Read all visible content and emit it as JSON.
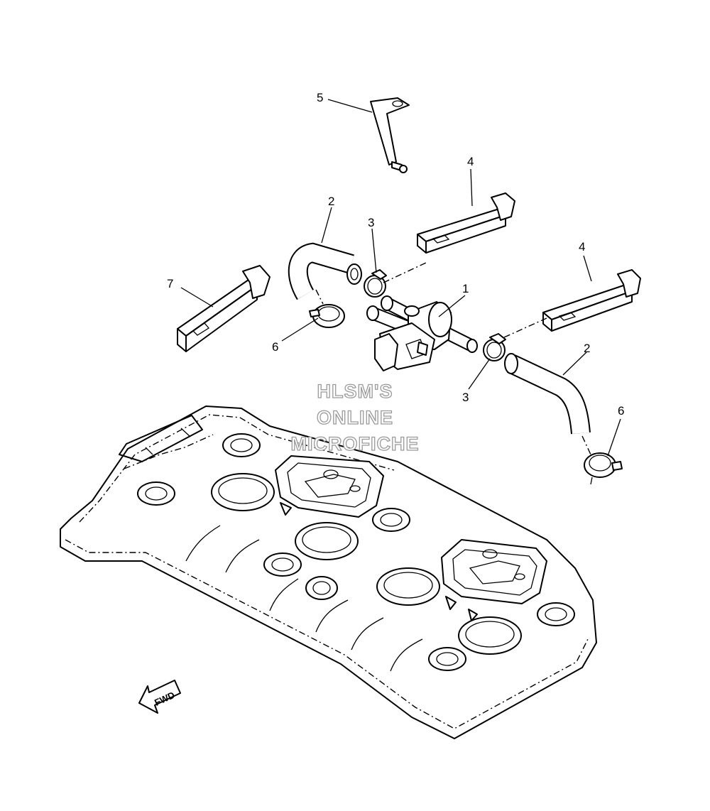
{
  "callouts": {
    "c5": "5",
    "c4a": "4",
    "c4b": "4",
    "c2a": "2",
    "c2b": "2",
    "c3a": "3",
    "c3b": "3",
    "c1": "1",
    "c7": "7",
    "c6a": "6",
    "c6b": "6"
  },
  "watermark": {
    "line1": "HLSM'S",
    "line2": "ONLINE",
    "line3": "MICROFICHE"
  },
  "fwd_label": "FWD",
  "colors": {
    "line": "#000000",
    "watermark_outline": "#9a9a9a",
    "background": "#ffffff"
  }
}
